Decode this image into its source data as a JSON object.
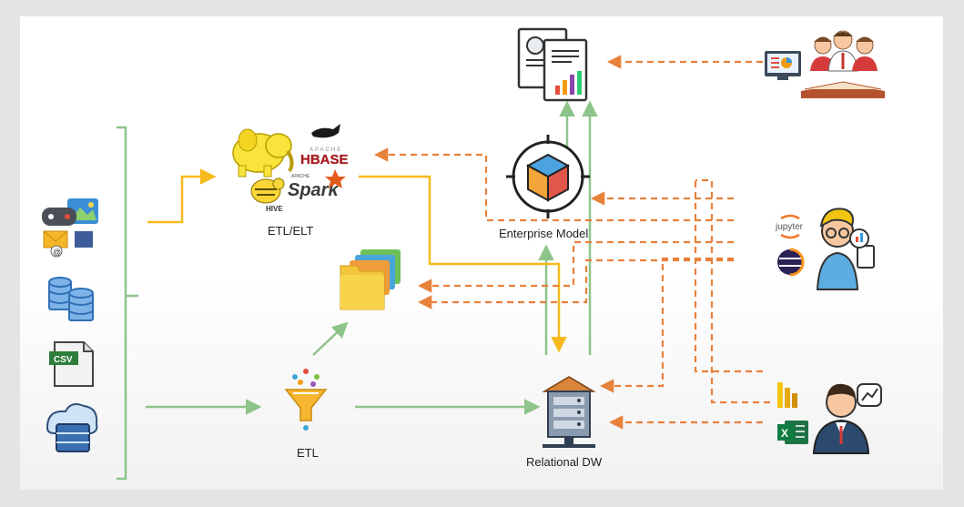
{
  "nodes": {
    "etl_elt": {
      "label": "ETL/ELT"
    },
    "enterprise_model": {
      "label": "Enterprise Model"
    },
    "etl": {
      "label": "ETL"
    },
    "relational_dw": {
      "label": "Relational DW"
    }
  },
  "logos": {
    "hbase_top": "APACHE",
    "hbase": "HBASE",
    "spark_top": "APACHE",
    "spark": "Spark",
    "hive": "HIVE",
    "jupyter": "jupyter",
    "csv": "CSV"
  },
  "colors": {
    "green": "#8dc48a",
    "yellow": "#f6b91e",
    "orange": "#e8813a"
  },
  "icons": [
    "multimedia-icon",
    "database-icon",
    "csv-file-icon",
    "cloud-database-icon",
    "hadoop-elephant-icon",
    "hbase-logo",
    "spark-logo",
    "hive-logo",
    "folder-stack-icon",
    "etl-funnel-icon",
    "relational-dw-icon",
    "cube-model-icon",
    "report-document-icon",
    "analysts-group-icon",
    "jupyter-logo",
    "eclipse-logo",
    "data-scientist-icon",
    "power-bi-icon",
    "excel-icon",
    "business-user-icon"
  ]
}
